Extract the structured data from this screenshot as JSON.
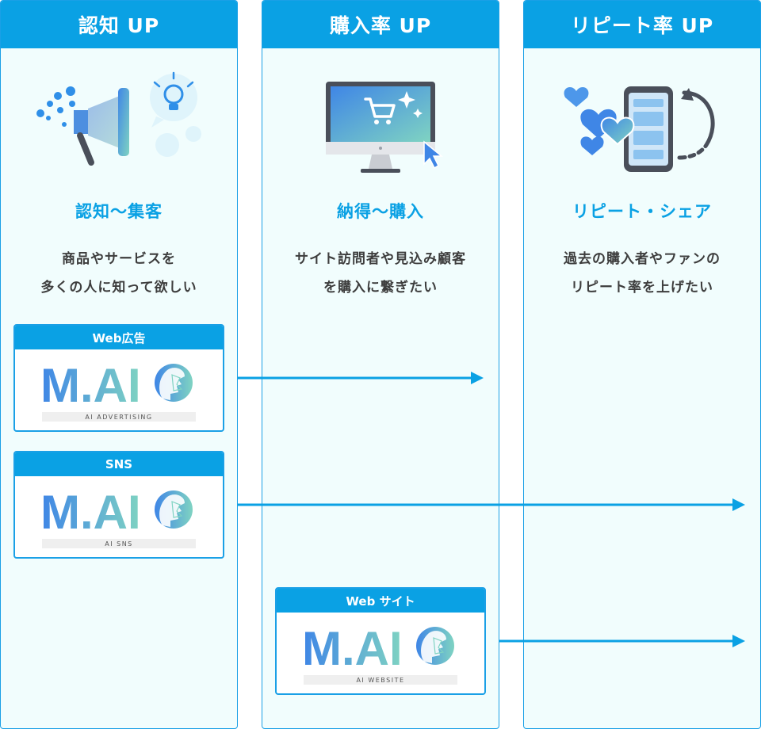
{
  "columns": [
    {
      "header": "認知 UP",
      "subtitle": "認知〜集客",
      "desc_line1": "商品やサービスを",
      "desc_line2": "多くの人に知って欲しい"
    },
    {
      "header": "購入率 UP",
      "subtitle": "納得〜購入",
      "desc_line1": "サイト訪問者や見込み顧客",
      "desc_line2": "を購入に繋ぎたい"
    },
    {
      "header": "リピート率 UP",
      "subtitle": "リピート・シェア",
      "desc_line1": "過去の購入者やファンの",
      "desc_line2": "リピート率を上げたい"
    }
  ],
  "cards": [
    {
      "label": "Web広告",
      "logo_text": "M.AI",
      "logo_caption": "AI ADVERTISING"
    },
    {
      "label": "SNS",
      "logo_text": "M.AI",
      "logo_caption": "AI SNS"
    },
    {
      "label": "Web サイト",
      "logo_text": "M.AI",
      "logo_caption": "AI WEBSITE"
    }
  ],
  "colors": {
    "accent": "#0aa1e4",
    "column_bg": "#f1fdfd",
    "logo_gradient_start": "#3f86e6",
    "logo_gradient_end": "#7fd3c2"
  }
}
